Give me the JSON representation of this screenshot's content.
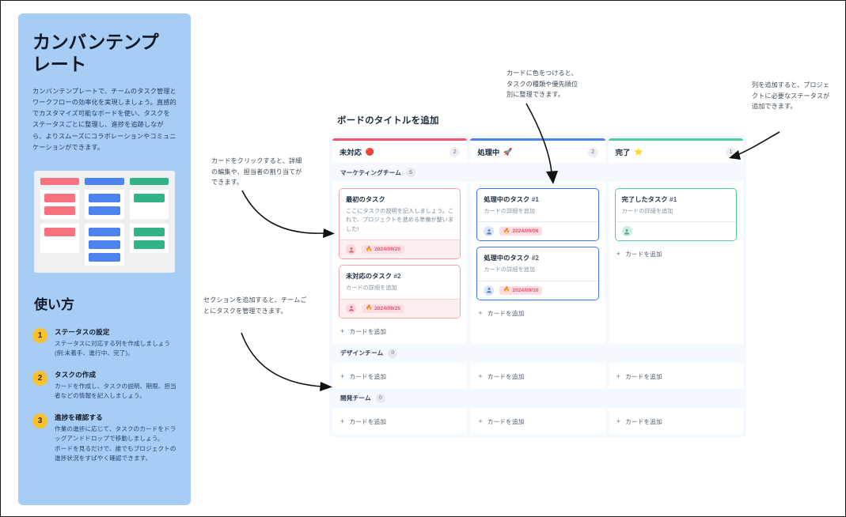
{
  "sidebar": {
    "title": "カンバンテンプレート",
    "description": "カンバンテンプレートで、チームのタスク管理とワークフローの効率化を実現しましょう。直感的でカスタマイズ可能なボードを使い、タスクをステータスごとに整理し、進捗を追跡しながら、よりスムーズにコラボレーションやコミュニケーションができます。",
    "howto_title": "使い方",
    "steps": [
      {
        "num": "1",
        "heading": "ステータスの設定",
        "text": "ステータスに対応する列を作成しましょう(例:未着手、進行中、完了)。"
      },
      {
        "num": "2",
        "heading": "タスクの作成",
        "text": "カードを作成し、タスクの説明、期限、担当者などの情報を記入しましょう。"
      },
      {
        "num": "3",
        "heading": "進捗を確認する",
        "text": "作業の進捗に応じて、タスクのカードをドラッグアンドドロップで移動しましょう。\nボードを見るだけで、誰でもプロジェクトの進捗状況をすばやく確認できます。"
      }
    ],
    "illustration": {
      "colors": [
        "#f8717f",
        "#4d82ef",
        "#34b287"
      ]
    }
  },
  "board": {
    "title": "ボードのタイトルを追加",
    "add_card_label": "カードを追加",
    "columns": [
      {
        "name": "未対応",
        "emoji": "🔴",
        "count": "2",
        "accent": "#f4546b"
      },
      {
        "name": "処理中",
        "emoji": "🚀",
        "count": "2",
        "accent": "#4d82ef"
      },
      {
        "name": "完了",
        "emoji": "⭐",
        "count": "1",
        "accent": "#4ecfa0"
      }
    ],
    "sections": [
      {
        "name": "マーケティングチーム",
        "count": "5",
        "columns": [
          {
            "cards": [
              {
                "title": "最初のタスク",
                "num": "",
                "desc": "ここにタスクの説明を記入しましょう。これで、プロジェクトを進める準備が整いました!",
                "date": "2024/09/20",
                "date_emoji": "🔥",
                "color": "red",
                "has_date": true
              },
              {
                "title": "未対応のタスク",
                "num": " #2",
                "desc": "カードの詳細を追加",
                "date": "2024/09/25",
                "date_emoji": "🔥",
                "color": "red",
                "has_date": true
              }
            ]
          },
          {
            "cards": [
              {
                "title": "処理中のタスク",
                "num": " #1",
                "desc": "カードの詳細を追加",
                "date": "2024/09/06",
                "date_emoji": "🔥",
                "color": "blue",
                "has_date": true
              },
              {
                "title": "処理中のタスク",
                "num": " #2",
                "desc": "カードの詳細を追加",
                "date": "2024/09/10",
                "date_emoji": "🔥",
                "color": "blue",
                "has_date": true
              }
            ]
          },
          {
            "cards": [
              {
                "title": "完了したタスク",
                "num": " #1",
                "desc": "カードの詳細を追加",
                "date": "",
                "date_emoji": "",
                "color": "green",
                "has_date": false
              }
            ]
          }
        ]
      },
      {
        "name": "デザインチーム",
        "count": "0",
        "columns": [
          {
            "cards": []
          },
          {
            "cards": []
          },
          {
            "cards": []
          }
        ]
      },
      {
        "name": "開発チーム",
        "count": "0",
        "columns": [
          {
            "cards": []
          },
          {
            "cards": []
          },
          {
            "cards": []
          }
        ]
      }
    ]
  },
  "annotations": {
    "card_click": "カードをクリックすると、詳細の編集や、担当者の割り当てができます。",
    "card_color": "カードに色をつけると、タスクの種類や優先順位別に整理できます。",
    "add_column": "列を追加すると、プロジェクトに必要なステータスが追加できます。",
    "add_section": "セクションを追加すると、チームごとにタスクを管理できます。"
  }
}
